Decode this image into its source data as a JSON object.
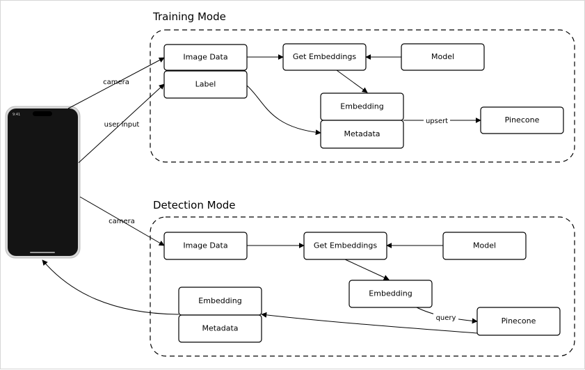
{
  "training": {
    "title": "Training Mode",
    "image_data": "Image Data",
    "label": "Label",
    "get_embeddings": "Get Embeddings",
    "model": "Model",
    "embedding": "Embedding",
    "metadata": "Metadata",
    "pinecone": "Pinecone",
    "edge_camera": "camera",
    "edge_user_input": "user input",
    "edge_upsert": "upsert"
  },
  "detection": {
    "title": "Detection Mode",
    "image_data": "Image Data",
    "get_embeddings": "Get Embeddings",
    "model": "Model",
    "embedding": "Embedding",
    "pinecone": "Pinecone",
    "result_embedding": "Embedding",
    "result_metadata": "Metadata",
    "edge_camera": "camera",
    "edge_query": "query"
  },
  "phone": {
    "status_time": "9:41"
  }
}
